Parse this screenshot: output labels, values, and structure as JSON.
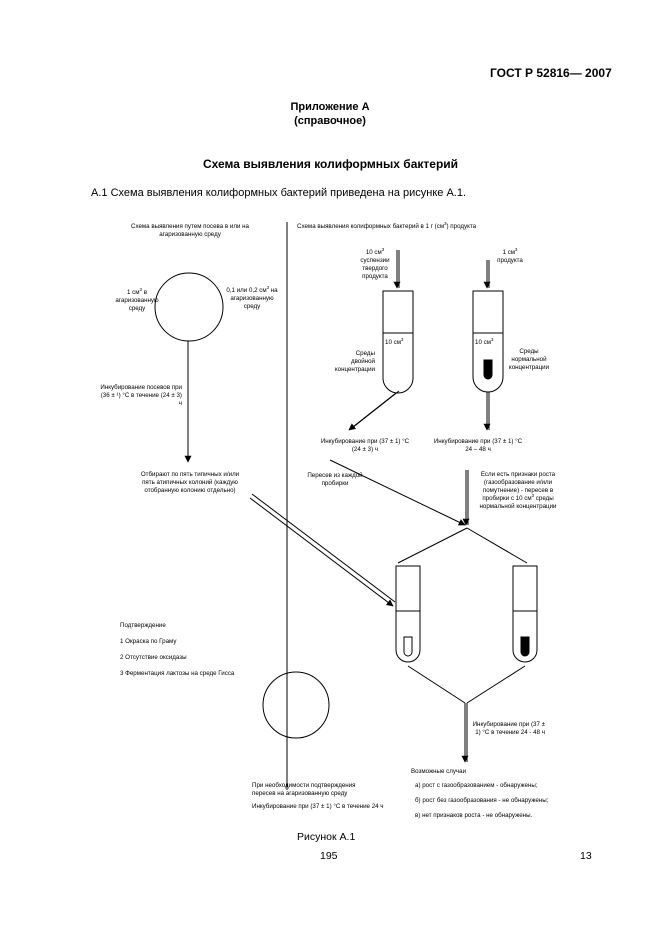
{
  "header": {
    "standard_code": "ГОСТ Р 52816— 2007"
  },
  "appendix": {
    "title": "Приложение А",
    "subtitle": "(справочное)"
  },
  "section_title": "Схема выявления колиформных бактерий",
  "intro": "А.1 Схема выявления колиформных бактерий приведена на рисунке А.1.",
  "diagram": {
    "left_title": "Схема выявления путем посева в или на агаризованную среду",
    "left_vol1": {
      "amount": "1 см",
      "sup": "3",
      "rest": "в агаризованную среду"
    },
    "left_vol2": {
      "amount": "0,1 или 0,2 см",
      "sup": "3",
      "rest": "на агаризованную среду"
    },
    "left_incubation": "Инкубирование посевов при (36 ± ¹) °С в течение (24 ± 3) ч",
    "left_select": "Отбирают по пять типичных и/или пять атипичных колоний (каждую отобранную колонию отдельно)",
    "confirm_title": "Подтверждение",
    "confirm_items": [
      "1 Окраска по Граму",
      "2 Отсутствие оксидазы",
      "3 Ферментация лактозы на среде Гисса"
    ],
    "right_title_a": "Схема выявления колиформных бактерий в 1 г (см",
    "right_title_sup": "3",
    "right_title_b": ") продукта",
    "tube1_input": {
      "amount": "10 см",
      "sup": "3",
      "rest": "суспензии твердого продукта"
    },
    "tube2_input": {
      "amount": "1 см",
      "sup": "3",
      "rest": "продукта"
    },
    "tube_volume": {
      "amount": "10 см",
      "sup": "3"
    },
    "media_double": "Среды двойной концентрации",
    "media_normal": "Среды нормальной концентрации",
    "incubation1": {
      "line1": "Инкубирование при (37 ± 1) °С",
      "line2": "(24 ± 3) ч"
    },
    "incubation2": {
      "line1": "Инкубирование при (37 ± 1) °С",
      "line2": "24 – 48 ч"
    },
    "reseed_each": "Пересев из каждой пробирки",
    "growth_signs_a": "Если есть признаки роста (газообразование и/или помутнение) - пересев в пробирки с 10 см",
    "growth_signs_sup": "3",
    "growth_signs_b": " среды нормальной концентрации",
    "incubation3": "Инкубирование при (37 ± 1) °С в течение 24 - 48 ч",
    "cases_title": "Возможные случаи",
    "cases": [
      "а) рост с газообразованием - обнаружены;",
      "б) рост без газообразования - не обнаружены;",
      "в) нет признаков роста - не обнаружены."
    ],
    "agar_confirm": "При необходимости подтверждения пересев на агаризованную среду",
    "agar_incubation": "Инкубирование при (37 ± 1) °С в течение 24 ч"
  },
  "figure_caption": "Рисунок А.1",
  "page_number_center": "195",
  "page_number_right": "13"
}
